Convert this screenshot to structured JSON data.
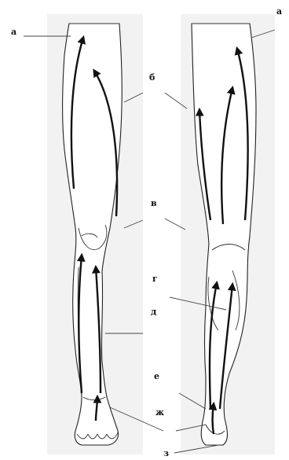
{
  "labels": {
    "a_left": "а",
    "a_right": "а",
    "b": "б",
    "v": "в",
    "g": "г",
    "d": "д",
    "e": "е",
    "zh": "ж",
    "z": "з"
  }
}
